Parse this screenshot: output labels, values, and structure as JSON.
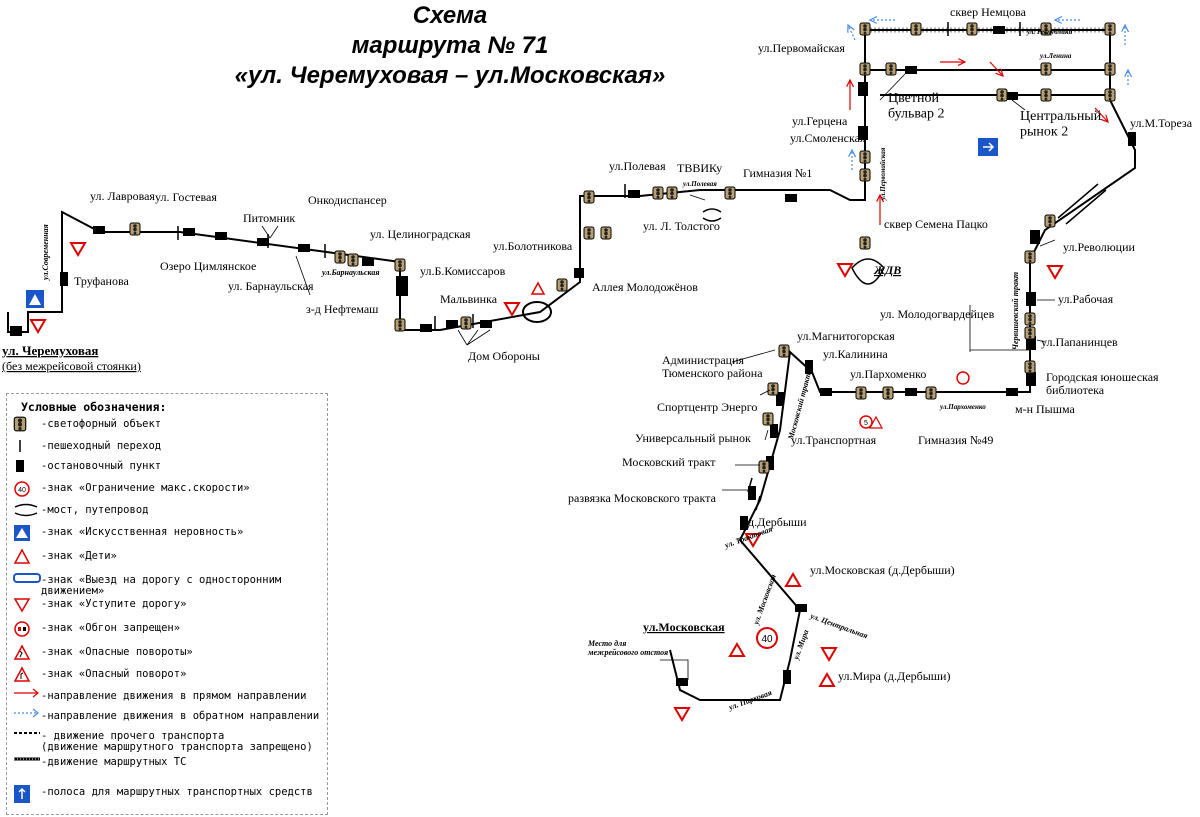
{
  "title": {
    "line1": "Схема",
    "line2": "маршрута № 71",
    "line3": "«ул. Черемуховая – ул.Московская»"
  },
  "colors": {
    "route": "#000000",
    "sign_red": "#e00000",
    "sign_blue": "#1a56c8",
    "reverse_arrow": "#4a8de0"
  },
  "labels": {
    "cheremuhovaya": "ул. Черемуховая",
    "no_stop": "(без межрейсовой стоянки)",
    "sovremennaya": "ул.Современная",
    "trufanova": "Труфанова",
    "lavrovaya": "ул. Лавровая",
    "gostevaya": "ул. Гостевая",
    "ozero": "Озеро Цимлянское",
    "pitomnik": "Питомник",
    "barnaulskaya_stop": "ул. Барнаульская",
    "onkodispanser": "Онкодиспансер",
    "barnaulskaya_street": "ул.Барнаульская",
    "celinogradskaya": "ул. Целиноградская",
    "neftemash": "з-д Нефтемаш",
    "komissarov": "ул.Б.Комиссаров",
    "malvinka": "Мальвинка",
    "dom_oborony": "Дом Обороны",
    "alleya": "Аллея Молодожёнов",
    "bolotnikova": "ул.Болотникова",
    "polevaya": "ул.Полевая",
    "tolstogo": "ул. Л. Толстого",
    "tvviku": "ТВВИКу",
    "polevaya_street": "ул.Полевая",
    "gimnaziya1": "Гимназия №1",
    "smolenskaya": "ул.Смоленская",
    "gercena": "ул.Герцена",
    "pervomayskaya": "ул.Первомайская",
    "skver_nemcova": "сквер Немцова",
    "respubliki": "ул. Республики",
    "lenina": "ул.Ленина",
    "cvetnoy": "Цветной\nбульвар 2",
    "rynok": "Центральный\nрынок 2",
    "toreza": "ул.М.Тореза",
    "pervomayskaya_street": "ул.Первомайская",
    "skver_packo": "сквер Семена Пацко",
    "zhdv": "ЖДВ",
    "revolyucii": "ул.Революции",
    "rabochaya": "ул.Рабочая",
    "papanincev": "ул.Папанинцев",
    "molodogvardeycev": "ул. Молодогвардейцев",
    "biblioteka": "Городская юношеская\nбиблиотека",
    "pyshma": "м-н Пышма",
    "cherv_trakt": "Червишевский тракт",
    "magnitogorskaya": "ул.Магнитогорская",
    "kalinina": "ул.Калинина",
    "parhomenko_stop": "ул.Пархоменко",
    "parhomenko_street": "ул.Пархоменко",
    "transportnaya": "ул.Транспортная",
    "gimnaziya49": "Гимназия №49",
    "administraciya": "Администрация\nТюменского района",
    "sportcentr": "Спортцентр Энерго",
    "univ_rynok": "Универсальный рынок",
    "mosk_trakt": "Московский тракт",
    "mosk_trakt_street": "Московский тракт",
    "razvyazka": "развязка Московского тракта",
    "derbyshi": "д.Дербыши",
    "traktovaya": "ул. Трактовая",
    "moskovskaya_derb": "ул.Московская (д.Дербыши)",
    "moskovskaya_street": "ул. Московская",
    "centralnaya": "ул. Центральная",
    "mira_street": "ул. Мира",
    "mira_derb": "ул.Мира (д.Дербыши)",
    "parkovaya": "ул. Парковая",
    "moskovskaya_end": "ул.Московская",
    "mesto": "Место для\nмежрейсового отстоя",
    "speed40": "40",
    "speed5": "5"
  },
  "legend": {
    "title": "Условные обозначения:",
    "items": [
      {
        "icon": "traffic-light-icon",
        "text": "-светофорный объект"
      },
      {
        "icon": "crossing-icon",
        "text": "-пешеходный переход"
      },
      {
        "icon": "stop-icon",
        "text": "-остановочный пункт"
      },
      {
        "icon": "speed-limit-icon",
        "text": "-знак «Ограничение макс.скорости»"
      },
      {
        "icon": "bridge-icon",
        "text": "-мост, путепровод"
      },
      {
        "icon": "bump-icon",
        "text": "-знак «Искусственная неровность»"
      },
      {
        "icon": "children-icon",
        "text": "-знак «Дети»"
      },
      {
        "icon": "one-way-icon",
        "text": "-знак «Выезд на дорогу с односторонним\nдвижением»"
      },
      {
        "icon": "yield-icon",
        "text": "-знак «Уступите дорогу»"
      },
      {
        "icon": "no-overtake-icon",
        "text": "-знак «Обгон запрещен»"
      },
      {
        "icon": "dangerous-turns-icon",
        "text": "-знак «Опасные повороты»"
      },
      {
        "icon": "dangerous-turn-icon",
        "text": "-знак «Опасный поворот»"
      },
      {
        "icon": "forward-arrow-icon",
        "text": "-направление движения в прямом направлении"
      },
      {
        "icon": "reverse-arrow-icon",
        "text": "-направление движения в обратном направлении"
      },
      {
        "icon": "dashed-line-icon",
        "text": "- движение прочего транспорта\n(движение маршрутного транспорта запрещено)"
      },
      {
        "icon": "route-line-icon",
        "text": "-движение маршрутных ТС"
      },
      {
        "icon": "bus-lane-icon",
        "text": "-полоса для маршрутных транспортных средств"
      }
    ]
  }
}
